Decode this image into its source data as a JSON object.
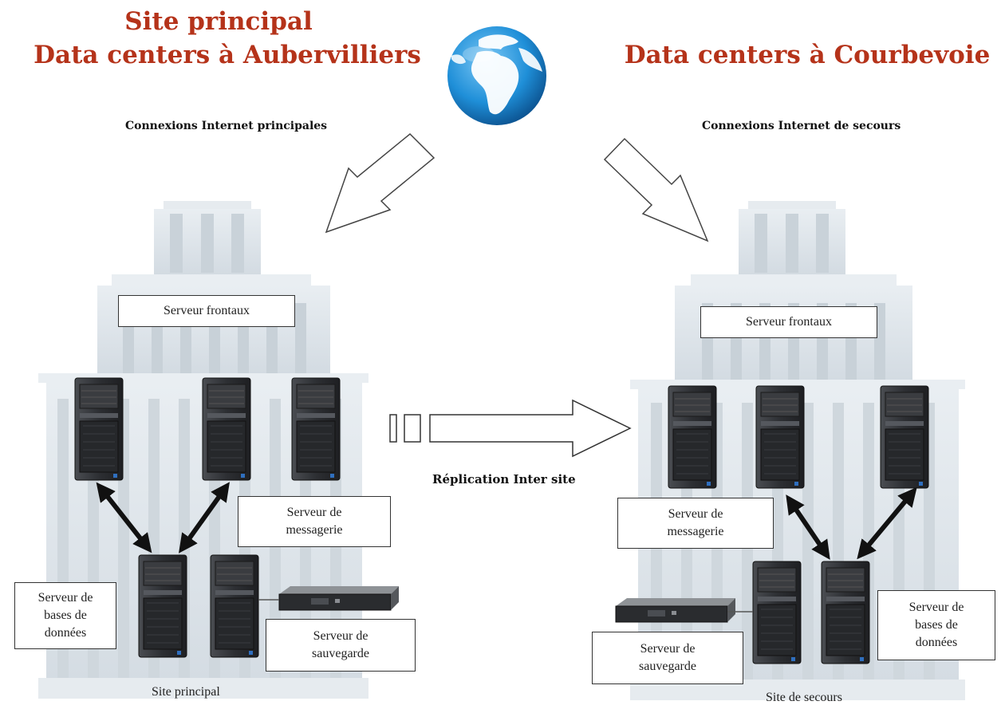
{
  "titles": {
    "main_line1": "Site principal",
    "main_line2": "Data centers à Aubervilliers",
    "backup": "Data centers à Courbevoie"
  },
  "connections": {
    "main": "Connexions Internet principales",
    "backup": "Connexions Internet de secours"
  },
  "replication_label": "Réplication Inter site",
  "left_site": {
    "frontend": "Serveur frontaux",
    "messaging_line1": "Serveur de",
    "messaging_line2": "messagerie",
    "db_line1": "Serveur de",
    "db_line2": "bases de",
    "db_line3": "données",
    "backup_line1": "Serveur de",
    "backup_line2": "sauvegarde",
    "caption": "Site principal"
  },
  "right_site": {
    "frontend": "Serveur frontaux",
    "messaging_line1": "Serveur de",
    "messaging_line2": "messagerie",
    "db_line1": "Serveur de",
    "db_line2": "bases de",
    "db_line3": "données",
    "backup_line1": "Serveur de",
    "backup_line2": "sauvegarde",
    "caption": "Site de secours"
  },
  "colors": {
    "title": "#b5331a",
    "building": "#dfe5ea",
    "column": "#eef2f5",
    "ocean": "#1f8fd8",
    "land": "#ffffff"
  }
}
